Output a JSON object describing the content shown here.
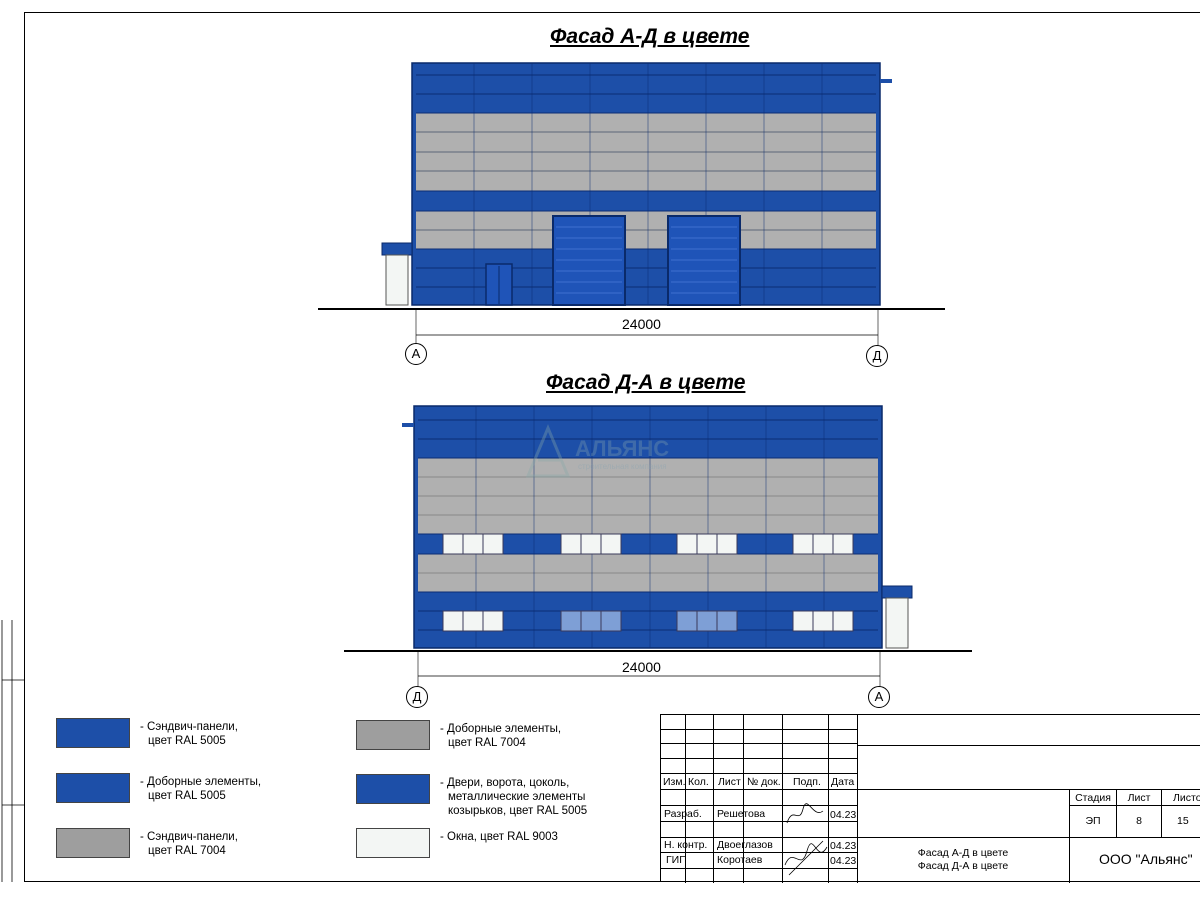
{
  "facade_top": {
    "title": "Фасад А-Д в цвете",
    "dimension": "24000",
    "axis_left": "А",
    "axis_right": "Д"
  },
  "facade_bottom": {
    "title": "Фасад Д-А в цвете",
    "dimension": "24000",
    "axis_left": "Д",
    "axis_right": "А"
  },
  "watermark": {
    "name": "АЛЬЯНС",
    "subtitle": "строительная компания"
  },
  "colors": {
    "blue": "#1d4fa8",
    "gray": "#b0b0b0",
    "white": "#f3f6f4"
  },
  "legend": [
    {
      "line1": "- Сэндвич-панели,",
      "line2": "цвет RAL 5005",
      "line3": "",
      "color": "#1d4fa8"
    },
    {
      "line1": "- Доборные элементы,",
      "line2": "цвет RAL 5005",
      "line3": "",
      "color": "#1d4fa8"
    },
    {
      "line1": "- Сэндвич-панели,",
      "line2": "цвет RAL 7004",
      "line3": "",
      "color": "#9e9e9e"
    },
    {
      "line1": "- Доборные элементы,",
      "line2": "цвет RAL 7004",
      "line3": "",
      "color": "#9e9e9e"
    },
    {
      "line1": "- Двери, ворота, цоколь,",
      "line2": "металлические элементы",
      "line3": "козырьков, цвет RAL 5005",
      "color": "#1d4fa8"
    },
    {
      "line1": "- Окна, цвет RAL 9003",
      "line2": "",
      "line3": "",
      "color": "#f3f6f4"
    }
  ],
  "stamp": {
    "headers": {
      "izm": "Изм.",
      "kol": "Кол.",
      "list": "Лист",
      "doc": "№ док.",
      "podp": "Подп.",
      "data": "Дата"
    },
    "rows": [
      {
        "role": "Разраб.",
        "name": "Решетова",
        "date": "04.23"
      },
      {
        "role": "Н. контр.",
        "name": "Двоеглазов",
        "date": "04.23"
      },
      {
        "role": "ГИП",
        "name": "Коротаев",
        "date": "04.23"
      }
    ],
    "stage_label": "Стадия",
    "sheet_label": "Лист",
    "sheets_label": "Листов",
    "stage": "ЭП",
    "sheet": "8",
    "sheets": "15",
    "doc_title_1": "Фасад А-Д в цвете",
    "doc_title_2": "Фасад Д-А в цвете",
    "company": "ООО \"Альянс\""
  }
}
